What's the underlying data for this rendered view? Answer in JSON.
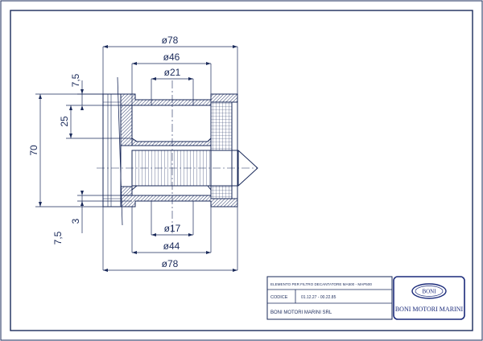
{
  "drawing": {
    "dimensions": {
      "d_outer_top": "ø78",
      "d_46": "ø46",
      "d_21": "ø21",
      "d_17": "ø17",
      "d_44": "ø44",
      "d_outer_bottom": "ø78",
      "h_70": "70",
      "h_25": "25",
      "h_7_5_top": "7,5",
      "h_7_5_bottom": "7,5",
      "h_3": "3"
    }
  },
  "title_block": {
    "description": "ELEMENTO PER FILTRO DECANTATORE MA500 - MAP500",
    "code_label": "CODICE",
    "code_value": "01.12.27 - 00.22.85",
    "company": "BONI MOTORI MARINI SRL"
  },
  "logo": {
    "emblem_text": "BONI",
    "name": "BONI MOTORI MARINI"
  },
  "colors": {
    "line": "#1a2a5a",
    "logo": "#1a2a7a",
    "hatch": "#2a3a6a"
  }
}
